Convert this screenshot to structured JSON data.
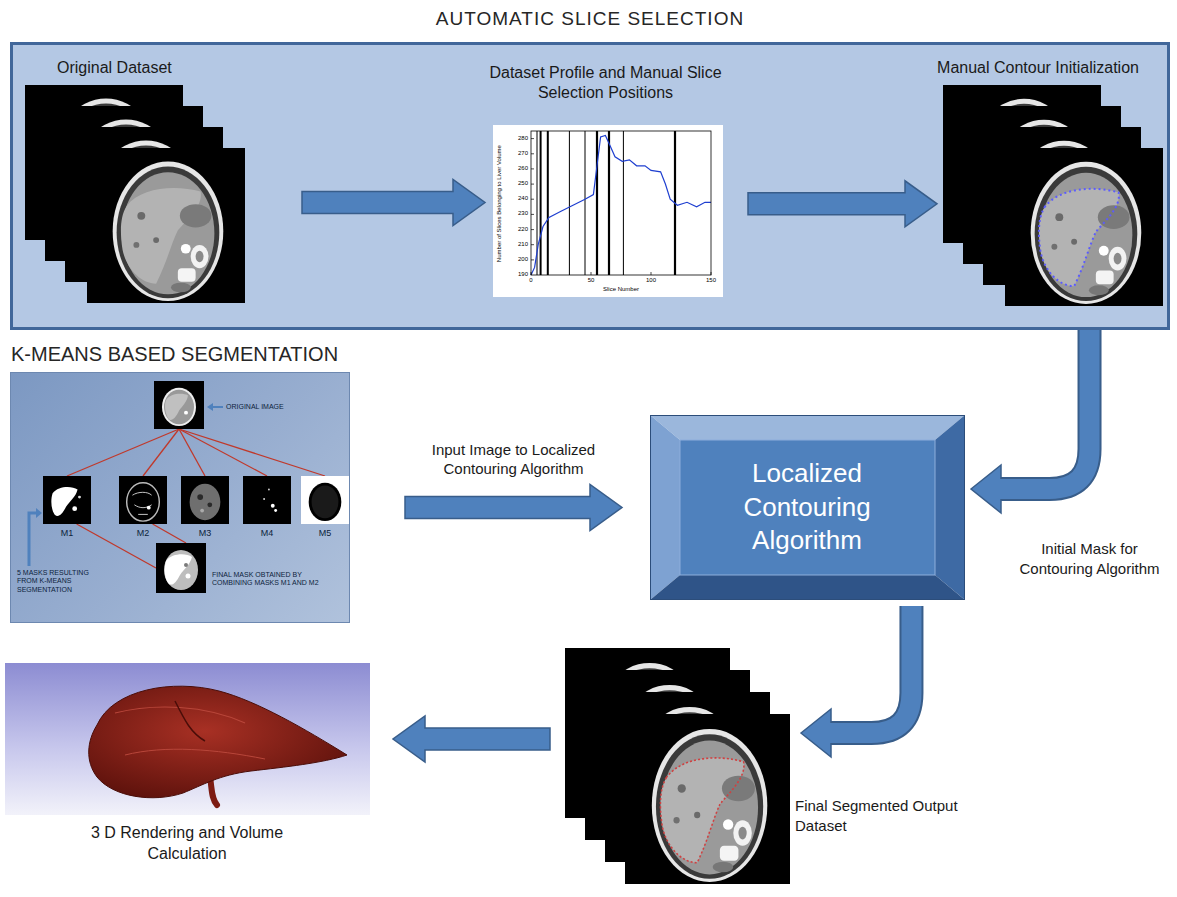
{
  "diagram": {
    "nodes": [
      {
        "text": [
          "AUTOMATIC SLICE SELECTION"
        ]
      },
      {
        "text": [
          "Original Dataset"
        ],
        "in": 0
      },
      {
        "text": [
          "Dataset Profile and Manual Slice Selection Positions"
        ],
        "in": 0
      },
      {
        "text": [
          "Manual Contour Initialization"
        ],
        "in": 0
      },
      {
        "text": [
          "K-MEANS BASED SEGMENTATION"
        ]
      },
      {
        "text": [
          "ORIGINAL IMAGE"
        ],
        "in": 4
      },
      {
        "text": [
          "M1"
        ],
        "in": 4
      },
      {
        "text": [
          "M2"
        ],
        "in": 4
      },
      {
        "text": [
          "M3"
        ],
        "in": 4
      },
      {
        "text": [
          "M4"
        ],
        "in": 4
      },
      {
        "text": [
          "M5"
        ],
        "in": 4
      },
      {
        "text": [
          "FINAL MASK OBTAINED BY COMBINING MASKS M1 AND M2"
        ],
        "in": 4
      },
      {
        "text": [
          "Localized Contouring Algorithm"
        ]
      },
      {
        "text": [
          "Final Segmented Output Dataset"
        ]
      },
      {
        "text": [
          "3 D Rendering and Volume Calculation"
        ]
      }
    ],
    "edges": [
      {
        "from": 1,
        "to": 2,
        "arrow": "to"
      },
      {
        "from": 2,
        "to": 3,
        "arrow": "to"
      },
      {
        "from": 3,
        "to": 12,
        "arrow": "to",
        "label": "Initial Mask for Contouring Algorithm"
      },
      {
        "from": 5,
        "to": 6,
        "arrow": "none"
      },
      {
        "from": 5,
        "to": 7,
        "arrow": "none"
      },
      {
        "from": 5,
        "to": 8,
        "arrow": "none"
      },
      {
        "from": 5,
        "to": 9,
        "arrow": "none"
      },
      {
        "from": 5,
        "to": 10,
        "arrow": "none"
      },
      {
        "from": 6,
        "to": 11,
        "arrow": "none"
      },
      {
        "from": 7,
        "to": 11,
        "arrow": "none"
      },
      {
        "from": 4,
        "to": 12,
        "arrow": "to",
        "label": "Input Image to Localized Contouring Algorithm"
      },
      {
        "from": 12,
        "to": 13,
        "arrow": "to"
      },
      {
        "from": 13,
        "to": 14,
        "arrow": "to"
      }
    ],
    "labels": [
      "280",
      "270",
      "260",
      "250",
      "240",
      "230",
      "220",
      "210",
      "200",
      "190",
      "0",
      "50",
      "100",
      "150",
      "Slice Number",
      "Number of Slices Belonging to Liver Volume",
      "5 MASKS RESULTING FROM K-MEANS SEGMENTATION"
    ]
  }
}
